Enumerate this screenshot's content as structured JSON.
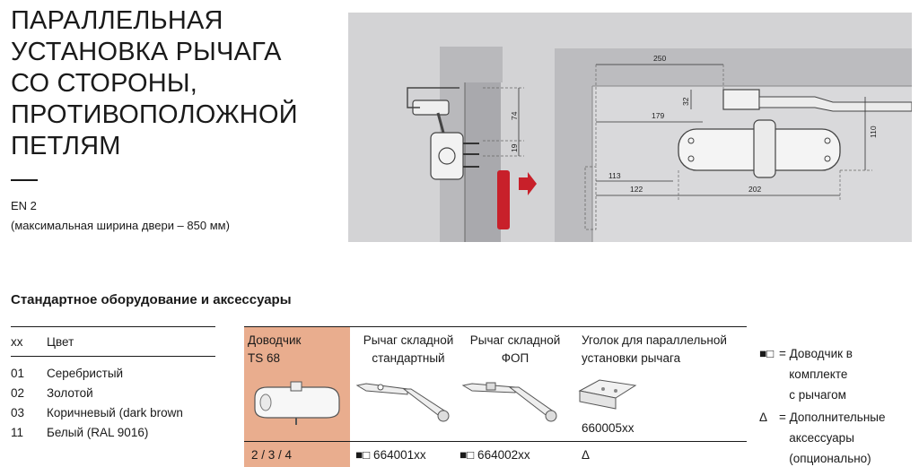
{
  "title": {
    "lines": [
      "ПАРАЛЛЕЛЬНАЯ",
      "УСТАНОВКА РЫЧАГА",
      "СО СТОРОНЫ,",
      "ПРОТИВОПОЛОЖНОЙ",
      "ПЕТЛЯМ"
    ]
  },
  "standard": "EN 2",
  "standard_note": "(максимальная ширина двери – 850 мм)",
  "drawing": {
    "dimensions": [
      "250",
      "32",
      "179",
      "74",
      "19",
      "110",
      "113",
      "122",
      "202"
    ]
  },
  "section_heading": "Стандартное оборудование и аксессуары",
  "color_table": {
    "header": {
      "code": "xx",
      "name": "Цвет"
    },
    "rows": [
      {
        "code": "01",
        "name": "Серебристый"
      },
      {
        "code": "02",
        "name": "Золотой"
      },
      {
        "code": "03",
        "name": "Коричневый (dark brown"
      },
      {
        "code": "11",
        "name": "Белый (RAL 9016)"
      }
    ]
  },
  "accessories": {
    "columns": [
      {
        "header_1": "Доводчик",
        "header_2": "TS 68",
        "code": "2 / 3 / 4"
      },
      {
        "header_1": "Рычаг складной",
        "header_2": "стандартный",
        "code": "■□  664001xx"
      },
      {
        "header_1": "Рычаг складной",
        "header_2": "ФОП",
        "code": "■□  664002xx"
      },
      {
        "header_1": "Уголок для параллельной",
        "header_2": "установки рычага",
        "code": "Δ",
        "code_above": "660005xx"
      }
    ]
  },
  "legend": [
    {
      "symbol": "■□",
      "text": "= Доводчик в\n   комплекте\n   с рычагом"
    },
    {
      "symbol": "Δ",
      "text": "= Дополнительные\n   аксессуары\n   (опционально)"
    }
  ],
  "colors": {
    "highlight": "#e9ad8e",
    "drawing_bg": "#d3d3d5",
    "wall": "#b7b7ba",
    "arrow": "#c8202a"
  }
}
